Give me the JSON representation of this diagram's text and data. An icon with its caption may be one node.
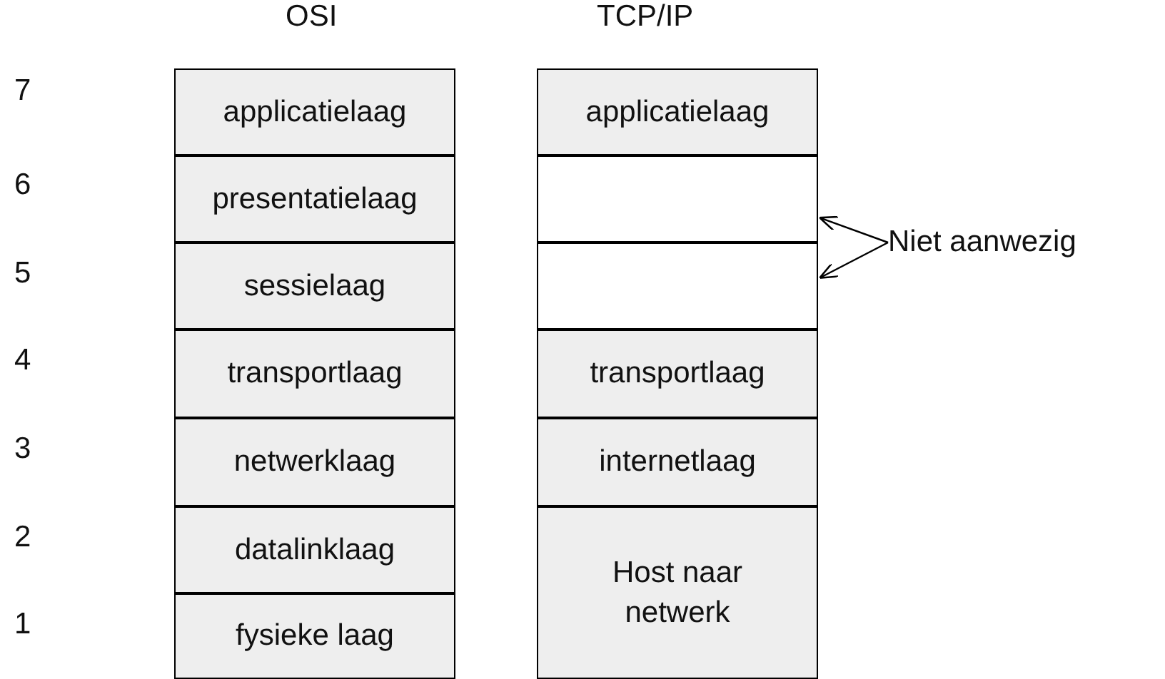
{
  "diagram": {
    "nodes": [
      {
        "text": [
          "applicatielaag"
        ]
      },
      {
        "text": [
          "presentatielaag"
        ]
      },
      {
        "text": [
          "sessielaag"
        ]
      },
      {
        "text": [
          "transportlaag"
        ]
      },
      {
        "text": [
          "netwerklaag"
        ]
      },
      {
        "text": [
          "datalinklaag"
        ]
      },
      {
        "text": [
          "fysieke laag"
        ]
      },
      {
        "text": [
          "applicatielaag"
        ]
      },
      {
        "text": [],
        "shape": "box"
      },
      {
        "text": [],
        "shape": "box"
      },
      {
        "text": [
          "transportlaag"
        ]
      },
      {
        "text": [
          "internetlaag"
        ]
      },
      {
        "text": [
          "Host naar netwerk"
        ]
      },
      {
        "text": [
          "Niet aanwezig"
        ]
      }
    ],
    "edges": [
      {
        "from": 13,
        "to": 8,
        "arrow": "to"
      },
      {
        "from": 13,
        "to": 9,
        "arrow": "to"
      }
    ],
    "labels": [
      "OSI",
      "TCP/IP",
      "7",
      "6",
      "5",
      "4",
      "3",
      "2",
      "1"
    ]
  }
}
